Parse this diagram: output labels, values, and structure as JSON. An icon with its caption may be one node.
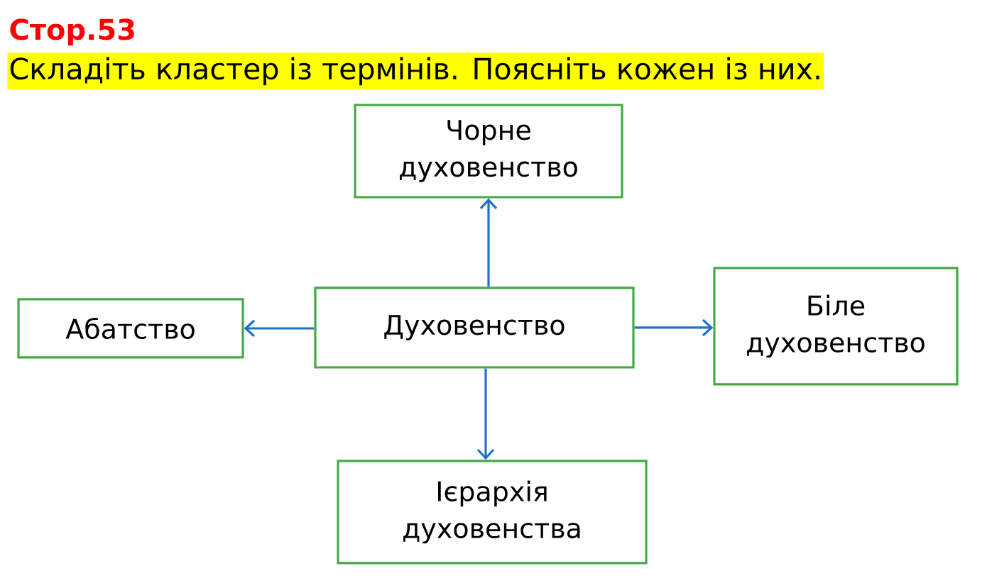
{
  "diagram": {
    "title": "Стор.53",
    "nodes": [
      {
        "text": [
          "Чорне духовенство"
        ]
      },
      {
        "text": [
          "Абатство"
        ]
      },
      {
        "text": [
          "Духовенство"
        ]
      },
      {
        "text": [
          "Біле духовенство"
        ]
      },
      {
        "text": [
          "Ієрархія духовенства"
        ]
      }
    ],
    "edges": [
      {
        "from": 2,
        "to": 0,
        "arrow": "to"
      },
      {
        "from": 2,
        "to": 1,
        "arrow": "to"
      },
      {
        "from": 2,
        "to": 3,
        "arrow": "to"
      },
      {
        "from": 2,
        "to": 4,
        "arrow": "to"
      }
    ],
    "labels": [
      "Складіть кластер із термінів. Поясніть кожен із них."
    ]
  }
}
